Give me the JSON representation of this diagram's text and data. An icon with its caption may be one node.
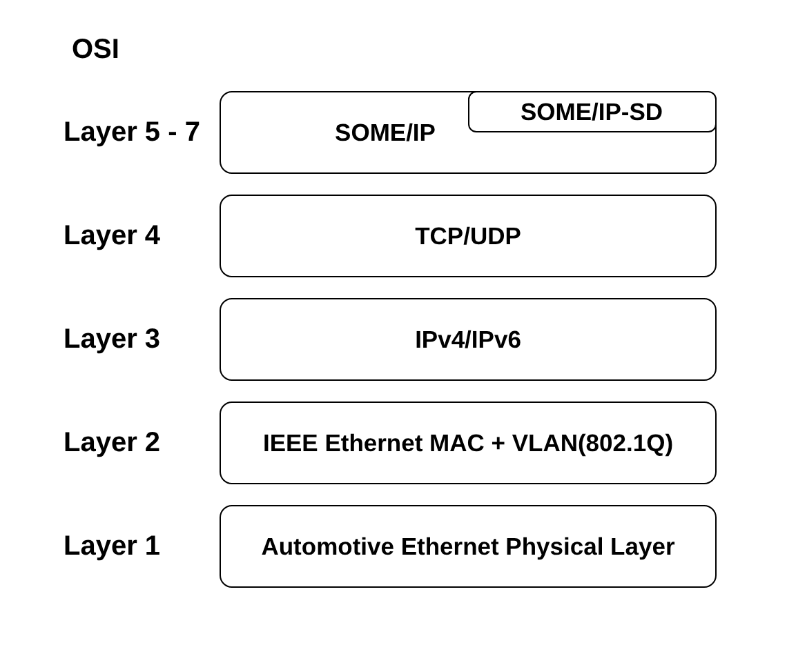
{
  "diagram": {
    "title": "OSI",
    "nodes": [
      {
        "text": [
          "SOME/IP"
        ],
        "beside": [
          "Layer 5 - 7"
        ]
      },
      {
        "text": [
          "SOME/IP-SD"
        ],
        "in": 0
      },
      {
        "text": [
          "TCP/UDP"
        ],
        "beside": [
          "Layer 4"
        ]
      },
      {
        "text": [
          "IPv4/IPv6"
        ],
        "beside": [
          "Layer 3"
        ]
      },
      {
        "text": [
          "IEEE Ethernet MAC + VLAN(802.1Q)"
        ],
        "beside": [
          "Layer 2"
        ]
      },
      {
        "text": [
          "Automotive Ethernet Physical Layer"
        ],
        "beside": [
          "Layer 1"
        ]
      }
    ]
  }
}
